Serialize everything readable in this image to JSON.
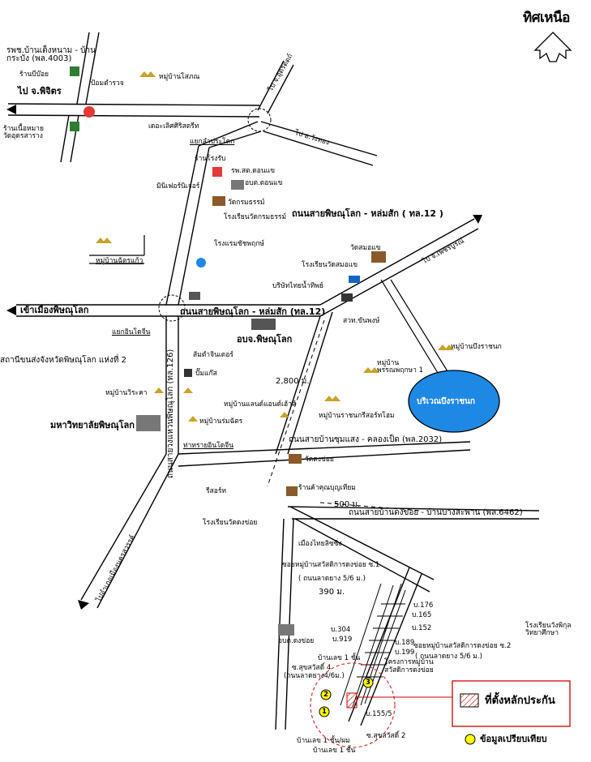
{
  "north": {
    "label": "ทิศเหนือ"
  },
  "legend": {
    "site_label": "ที่ตั้งหลักประกัน",
    "compare_label": "ข้อมูลเปรียบเทียบ",
    "site_color": "#cc0000",
    "compare_color": "#ffff00"
  },
  "colors": {
    "road": "#000000",
    "lake": "#1e88e5",
    "circle": "#d32f2f"
  },
  "roads": {
    "main_top_right": "ถนนสายพิษณุโลก - หล่มสัก ( ทล.12 )",
    "main_center": "ถนนสายพิษณุโลก - หล่มสัก (ทล.12)",
    "vertical_126": "ถนนสายวงแหวนพิษณุโลก (ทล.126)",
    "road_2032": "ถนนสายบ้านซุมแสง - คลองเป็ด (พล.2032)",
    "road_6462": "ถนนสายบ้านดงข่อย - บ้านบางสะพาน (พล.6462)",
    "to_city": "เข้าเมืองพิษณุโลก",
    "to_phichit": "ไป จ.พิจิตร",
    "to_uttaradit": "ไป จ.อุตรดิตถ์",
    "to_wangthong": "ไป อ.วังทอง",
    "to_phetchabun": "ไป จ.เพชรบูรณ์",
    "to_nakhonsawan": "ไปอำเภอเมืองนครสวรรค์",
    "hosp_route": "รพช.บ้านเต็งหนาม - บ้านกระบัง (พล.4003)",
    "soi_welfare": "ซอยหมู่บ้านสวัสดิการดงข่อย ซ.1",
    "soi_welfare_note": "( ถนนลาดยาง 5/6 ม.)",
    "soi_welfare2": "ซอยหมู่บ้านสวัสดิการดงข่อย ซ.2",
    "soi_welfare2_note": "( ถนนลาดยาง 5/6 ม.)",
    "soi_sawat4": "ซ.สุขสวัสดิ์ 4",
    "soi_sawat4_note": "(ถนนลาดยาง4/6ม.)",
    "soi_sawat2": "ซ.สุขสวัสดิ์ 2"
  },
  "distances": {
    "d2800": "2,800 ม.",
    "d500": "500 ม.",
    "d390": "390 ม."
  },
  "places": {
    "ban_mai": "ร้านบีบ๊อย",
    "police": "ป้อมตำรวจ",
    "lotus_village": "หมู่บ้านโสภณ",
    "food_shop": "ร้านเนื้อหมาย\nวัดอุดรสาราง",
    "thoetsiri": "เดอะเลิศศิริสตรีท",
    "intersection_prachot": "แยกลำประโดก",
    "pharmacy": "ร้านโรงรับ",
    "hosp_nonmue": "รพ.สต.ดอนแข",
    "obt_donkhae": "อบต.ดอนแข",
    "mini_mart": "มินิเฟอร์นิเจอร์",
    "wat_krommatham": "วัดกรมธรรม์",
    "school_krommatham": "โรงเรียนวัดกรมธรรม์",
    "hotel": "โรงแรมชัชพฤกษ์",
    "chakaew_village": "หมู่บ้านฉัตรแก้ว",
    "wat_sommae": "วัดสมอแข",
    "school_sommae": "โรงเรียนวัดสมอแข",
    "water_company": "บริษัทไทยน้ำทิพย์",
    "stats_office": "สวท.ขันพงษ์",
    "bueng_village": "หมู่บ้านบึงราชนก",
    "phromphruksa": "หมู่บ้าน\nพรรณพฤกษา 1",
    "lake": "บริเวณบึงราชนก",
    "obj_phitsanulok": "อบจ.พิษณุโลก",
    "intersection_indochine": "แยกอินโดจีน",
    "samut_center": "ส้มตำจินเดอร์",
    "pump": "ปั๊มแก๊ส",
    "post_office": "สถานีขนส่งจังหวัดพิษณุโลก แห่งที่ 2",
    "viharaka_village": "หมู่บ้านวิระคา",
    "land_village": "หมู่บ้านแลนด์แอนด์เฮ้าส์",
    "rom_village": "หมู่บ้านร่มฉัตร",
    "ratchakarn_village": "หมู่บ้านราชนกรีสอร์ทโฮม",
    "university": "มหาวิทยาลัยพิษณุโลก",
    "indochine_market": "ท่าทรายอินโดจีน",
    "wat_dongkhoi": "วัดดงข่อย",
    "somphot": "ร้านค้าคุณบุญเทียม",
    "rotsalot": "รีสอร์ท",
    "school_dongkhoi": "โรงเรียนวัดดงข่อย",
    "city_tower": "เมืองไทยลิซซิ่ง",
    "obt_thatong": "อบต.ดงข่อย",
    "school_phrabot": "โรงเรียนวังพิกุล\nวิทยาศึกษา",
    "village_sawat": "โครงการหมู่บ้าน\nสวัสดิการดงข่อย"
  },
  "parcels": {
    "p176": "บ.176",
    "p165": "บ.165",
    "p152": "บ.152",
    "p304": "บ.304",
    "p919": "บ.919",
    "p189": "บ.189",
    "p199": "บ.199",
    "p155": "บ.155/5",
    "house1": "บ้านเลข 1 ชั้น",
    "house2": "บ้านเลข 1 ชั้น/ผม",
    "house3": "บ้านเลข 1 ชั้น"
  },
  "markers": [
    "1",
    "2",
    "3"
  ]
}
